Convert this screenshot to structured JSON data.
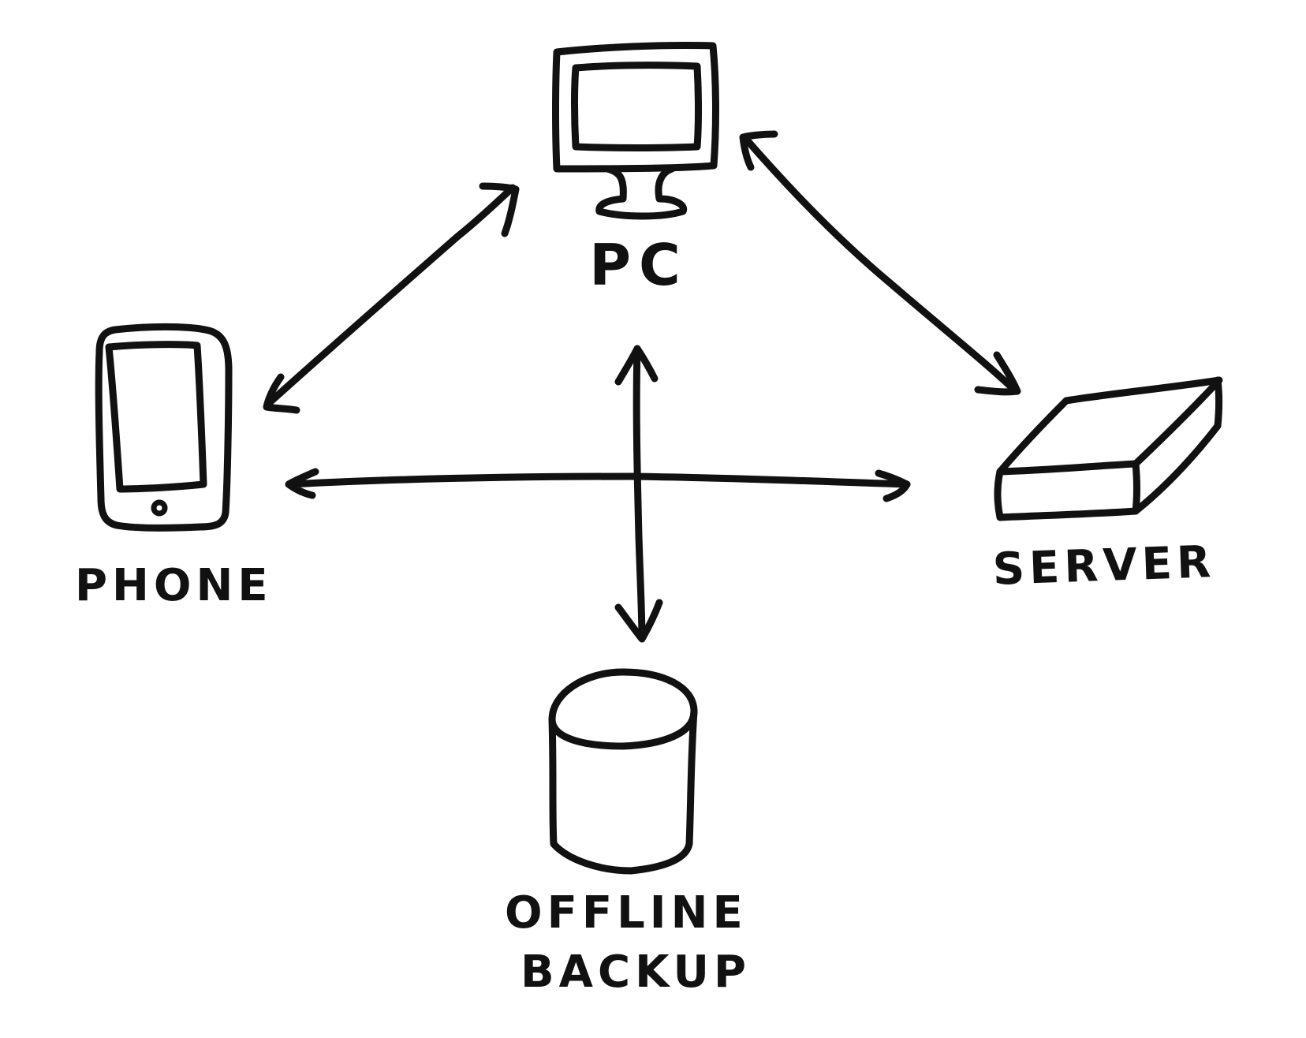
{
  "diagram": {
    "nodes": {
      "pc": {
        "label": "PC",
        "icon": "monitor-icon"
      },
      "phone": {
        "label": "PHONE",
        "icon": "phone-icon"
      },
      "server": {
        "label": "SERVER",
        "icon": "server-icon"
      },
      "backup": {
        "label_line1": "OFFLINE",
        "label_line2": "BACKUP",
        "icon": "database-icon"
      }
    },
    "edges": [
      {
        "from": "phone",
        "to": "pc",
        "bidirectional": true
      },
      {
        "from": "pc",
        "to": "server",
        "bidirectional": true
      },
      {
        "from": "phone",
        "to": "server",
        "bidirectional": true
      },
      {
        "from": "pc",
        "to": "backup",
        "bidirectional": true
      }
    ],
    "colors": {
      "ink": "#111111",
      "background": "#ffffff"
    }
  }
}
